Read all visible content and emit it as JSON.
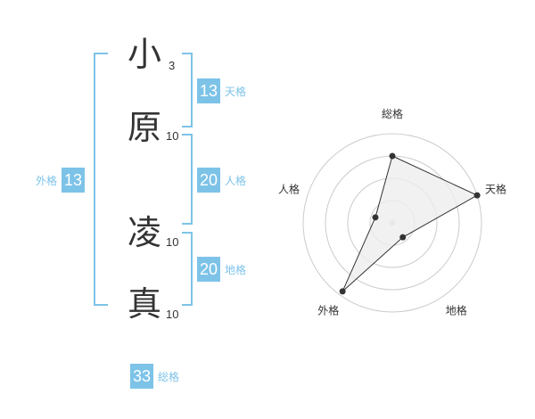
{
  "name": {
    "characters": [
      {
        "char": "小",
        "strokes": "3"
      },
      {
        "char": "原",
        "strokes": "10"
      },
      {
        "char": "凌",
        "strokes": "10"
      },
      {
        "char": "真",
        "strokes": "10"
      }
    ]
  },
  "fortunes": {
    "tenkaku": {
      "value": "13",
      "label": "天格"
    },
    "jinkaku": {
      "value": "20",
      "label": "人格"
    },
    "chikaku": {
      "value": "20",
      "label": "地格"
    },
    "gaikaku": {
      "value": "13",
      "label": "外格"
    },
    "soukaku": {
      "value": "33",
      "label": "総格"
    }
  },
  "colors": {
    "accent": "#7dc3e8",
    "text": "#333333",
    "radar_fill": "#eeeeee",
    "ring": "#cccccc"
  },
  "chart_data": {
    "type": "radar",
    "axes": [
      "総格",
      "天格",
      "地格",
      "外格",
      "人格"
    ],
    "values": [
      0.75,
      1.0,
      0.2,
      0.95,
      0.2
    ],
    "rings": 4,
    "center_marker": true
  }
}
